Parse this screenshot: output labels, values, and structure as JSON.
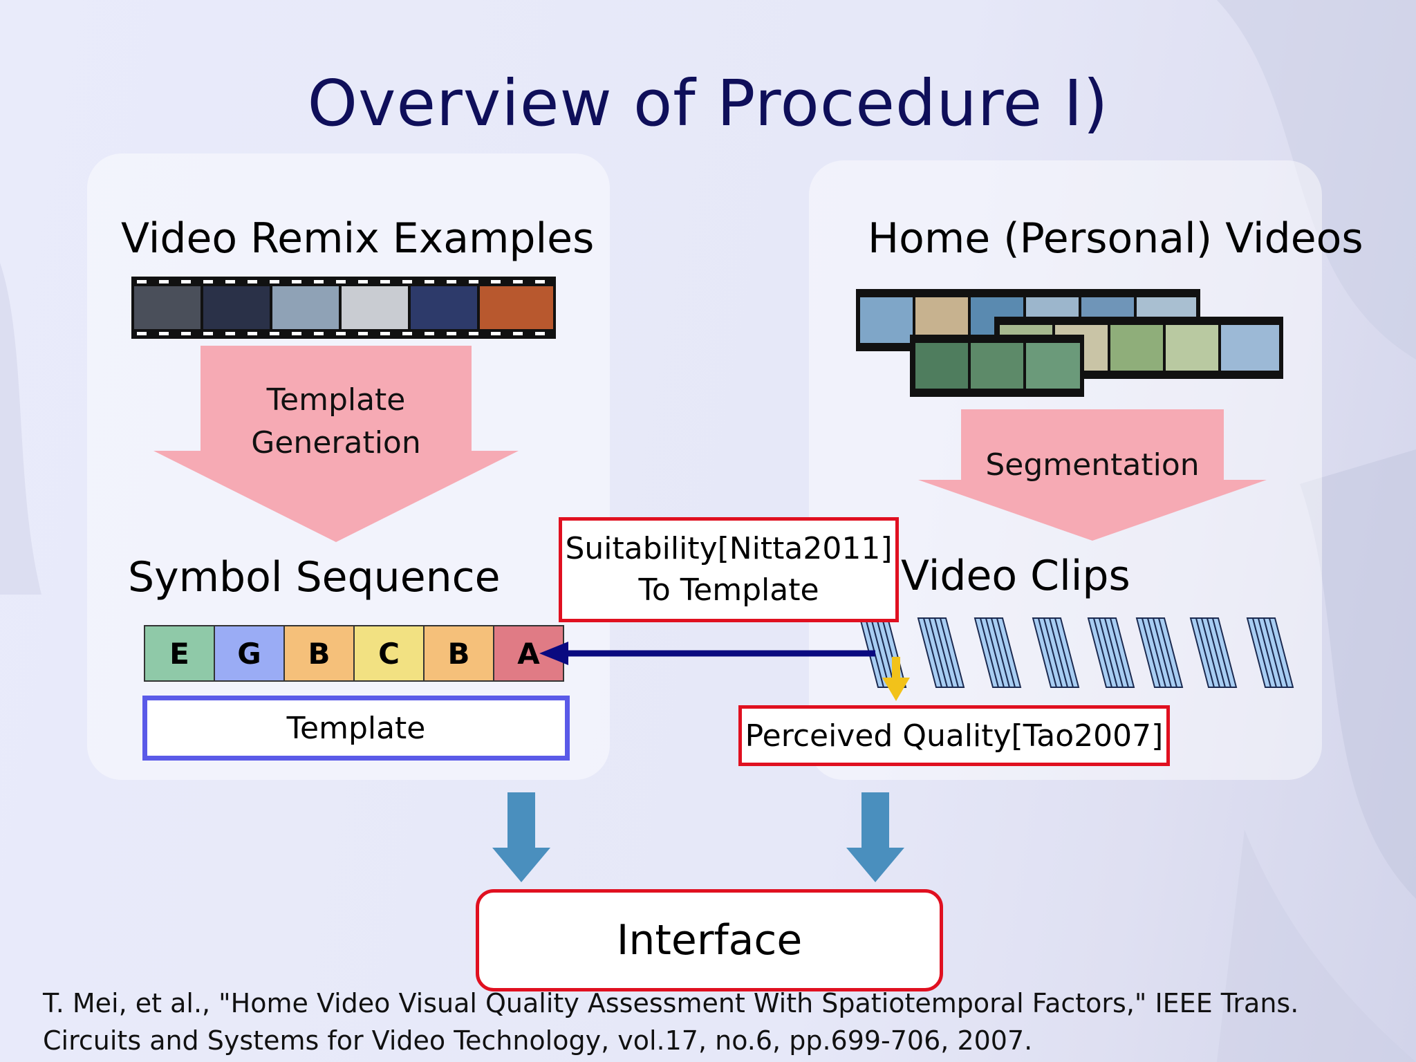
{
  "title": "Overview of Procedure I)",
  "left_panel": {
    "heading": "Video Remix Examples",
    "arrow_label_line1": "Template",
    "arrow_label_line2": "Generation",
    "symbol_heading": "Symbol Sequence",
    "symbols": [
      {
        "label": "E",
        "color": "#8fc9a8"
      },
      {
        "label": "G",
        "color": "#9aacf5"
      },
      {
        "label": "B",
        "color": "#f5c07a"
      },
      {
        "label": "C",
        "color": "#f2e182"
      },
      {
        "label": "B",
        "color": "#f5c07a"
      },
      {
        "label": "A",
        "color": "#e07b85"
      }
    ],
    "template_label": "Template"
  },
  "right_panel": {
    "heading": "Home (Personal) Videos",
    "arrow_label": "Segmentation",
    "clips_heading": "Video Clips",
    "quality_label": "Perceived Quality[Tao2007]"
  },
  "suitability": {
    "line1": "Suitability[Nitta2011]",
    "line2": "To Template"
  },
  "interface_label": "Interface",
  "citation": {
    "line1": "T. Mei, et al., \"Home Video Visual Quality Assessment With Spatiotemporal Factors,\" IEEE Trans.",
    "line2": "Circuits and Systems for Video Technology, vol.17, no.6, pp.699-706, 2007."
  },
  "colors": {
    "title": "#0f0f5a",
    "pink_arrow": "#f6aab4",
    "blue_arrow": "#4a8fbe",
    "red_border": "#e01020",
    "template_border": "#5a5ae8",
    "match_arrow": "#0a0a80",
    "clip_fill": "#a8cdf2",
    "yellow_arrow": "#f2c21a"
  }
}
